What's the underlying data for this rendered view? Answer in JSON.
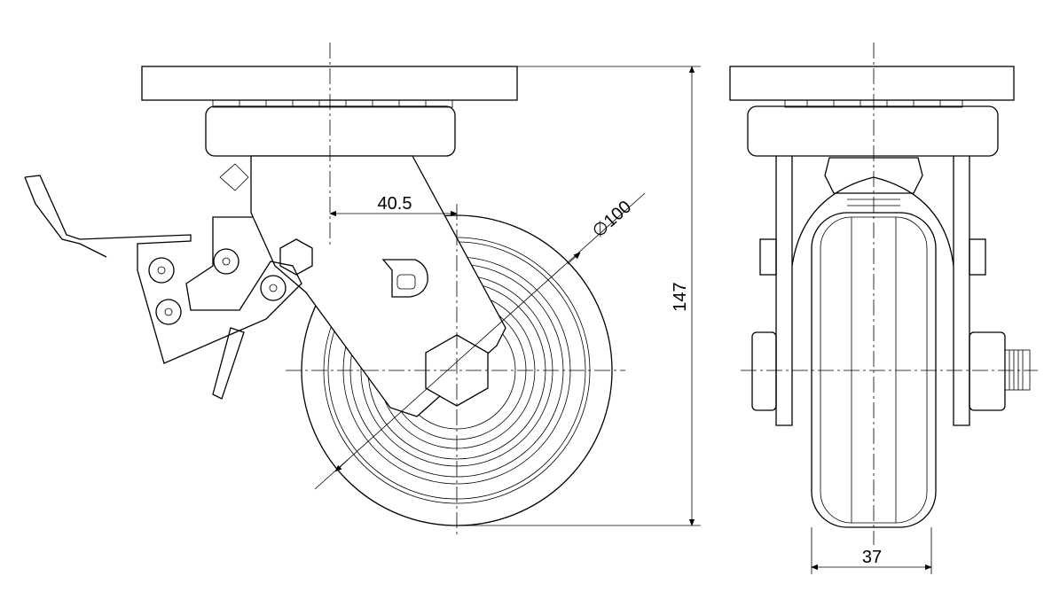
{
  "title": "Swivel caster with brake - technical drawing",
  "dimensions": {
    "offset": "40.5",
    "wheel_diameter": "∅100",
    "overall_height": "147",
    "wheel_width": "37"
  },
  "colors": {
    "line": "#000000",
    "background": "#ffffff"
  }
}
